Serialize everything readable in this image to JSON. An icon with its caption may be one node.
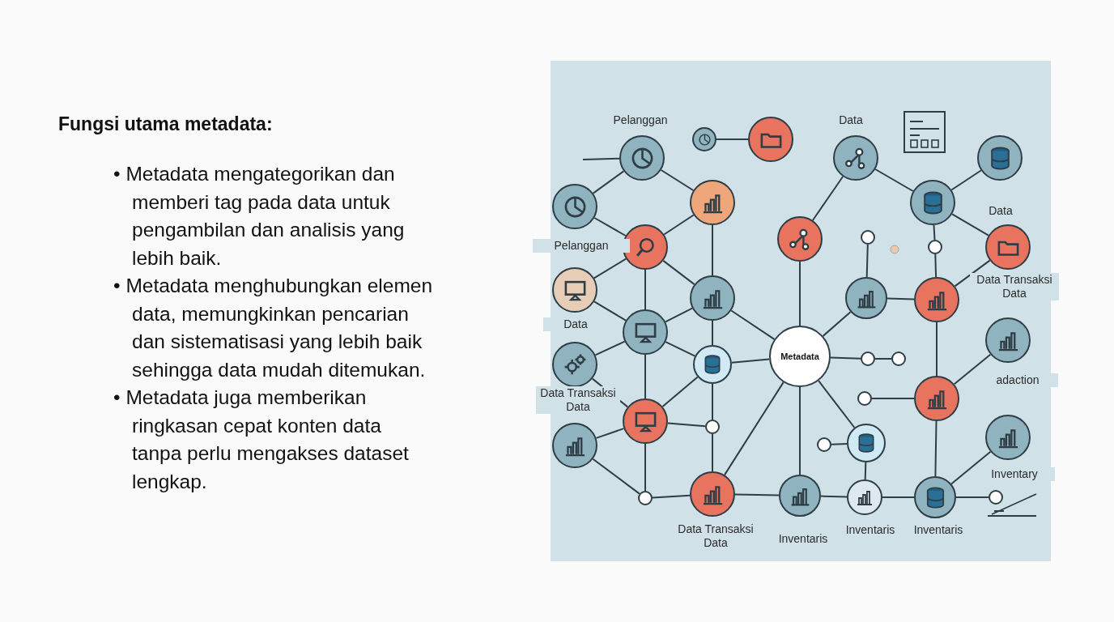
{
  "diagram": {
    "title": "Fungsi utama metadata:",
    "nodes": [
      {
        "text": [
          "Metadata"
        ]
      },
      {
        "text": [],
        "shape": "circle",
        "beside": [
          "Pelanggan"
        ]
      },
      {
        "text": [],
        "shape": "circle"
      },
      {
        "text": [],
        "shape": "circle"
      },
      {
        "text": [],
        "shape": "circle"
      },
      {
        "text": [],
        "shape": "circle"
      },
      {
        "text": [],
        "shape": "circle",
        "beside": [
          "Pelanggan"
        ]
      },
      {
        "text": [],
        "shape": "circle",
        "beside": [
          "Data"
        ]
      },
      {
        "text": [],
        "shape": "circle"
      },
      {
        "text": [],
        "shape": "circle"
      },
      {
        "text": [],
        "shape": "circle",
        "beside": [
          "Data Transaksi Data"
        ]
      },
      {
        "text": [],
        "shape": "circle"
      },
      {
        "text": [],
        "shape": "circle"
      },
      {
        "text": [],
        "shape": "circle"
      },
      {
        "text": [],
        "shape": "circle"
      },
      {
        "text": [],
        "shape": "circle",
        "beside": [
          "Data"
        ]
      },
      {
        "text": [],
        "shape": "circle"
      },
      {
        "text": [],
        "shape": "circle"
      },
      {
        "text": [],
        "shape": "circle",
        "beside": [
          "Data",
          "Data Transaksi Data"
        ]
      },
      {
        "text": [],
        "shape": "circle",
        "beside": [
          "adaction"
        ]
      },
      {
        "text": [],
        "shape": "circle"
      },
      {
        "text": [],
        "shape": "circle",
        "beside": [
          "Inventary"
        ]
      },
      {
        "text": [],
        "shape": "circle"
      },
      {
        "text": [],
        "shape": "circle"
      },
      {
        "text": [],
        "shape": "circle"
      },
      {
        "text": [],
        "shape": "circle"
      },
      {
        "text": [],
        "shape": "circle",
        "beside": [
          "Data Transaksi Data"
        ]
      },
      {
        "text": [],
        "shape": "circle",
        "beside": [
          "Inventaris"
        ]
      },
      {
        "text": [],
        "shape": "circle"
      },
      {
        "text": [],
        "shape": "circle",
        "beside": [
          "Inventaris"
        ]
      },
      {
        "text": [],
        "shape": "circle",
        "beside": [
          "Inventaris"
        ]
      },
      {
        "text": [],
        "shape": "circle"
      },
      {
        "text": [],
        "shape": "circle"
      },
      {
        "text": [],
        "shape": "circle"
      },
      {
        "text": [],
        "shape": "circle"
      },
      {
        "text": [],
        "shape": "circle"
      },
      {
        "text": [],
        "shape": "circle"
      },
      {
        "text": [],
        "shape": "circle"
      }
    ],
    "edges": [
      {
        "from": null,
        "to": 1,
        "arrow": "none"
      },
      {
        "from": 4,
        "to": 1,
        "arrow": "none"
      },
      {
        "from": 1,
        "to": 5,
        "arrow": "none"
      },
      {
        "from": 2,
        "to": 3,
        "arrow": "none"
      },
      {
        "from": 4,
        "to": 6,
        "arrow": "none"
      },
      {
        "from": 5,
        "to": 6,
        "arrow": "none"
      },
      {
        "from": 5,
        "to": 8,
        "arrow": "none"
      },
      {
        "from": 6,
        "to": 7,
        "arrow": "none"
      },
      {
        "from": 6,
        "to": 9,
        "arrow": "none"
      },
      {
        "from": 6,
        "to": 8,
        "arrow": "none"
      },
      {
        "from": 7,
        "to": 9,
        "arrow": "none"
      },
      {
        "from": 8,
        "to": 9,
        "arrow": "none"
      },
      {
        "from": 8,
        "to": 11,
        "arrow": "none"
      },
      {
        "from": 8,
        "to": 0,
        "arrow": "none"
      },
      {
        "from": 10,
        "to": 9,
        "arrow": "none"
      },
      {
        "from": 22,
        "to": 10,
        "arrow": "none"
      },
      {
        "from": 9,
        "to": 11,
        "arrow": "none"
      },
      {
        "from": 9,
        "to": 22,
        "arrow": "none"
      },
      {
        "from": 11,
        "to": 0,
        "arrow": "none"
      },
      {
        "from": 11,
        "to": 24,
        "arrow": "none"
      },
      {
        "from": 24,
        "to": 26,
        "arrow": "none"
      },
      {
        "from": 22,
        "to": 24,
        "arrow": "none"
      },
      {
        "from": 22,
        "to": 11,
        "arrow": "none"
      },
      {
        "from": 22,
        "to": 23,
        "arrow": "none"
      },
      {
        "from": 23,
        "to": 25,
        "arrow": "none"
      },
      {
        "from": 22,
        "to": 25,
        "arrow": "none"
      },
      {
        "from": 25,
        "to": 26,
        "arrow": "none"
      },
      {
        "from": 26,
        "to": 0,
        "arrow": "none"
      },
      {
        "from": 26,
        "to": 27,
        "arrow": "none"
      },
      {
        "from": 27,
        "to": 0,
        "arrow": "none"
      },
      {
        "from": 0,
        "to": 12,
        "arrow": "none"
      },
      {
        "from": 12,
        "to": 15,
        "arrow": "none"
      },
      {
        "from": 31,
        "to": 13,
        "arrow": "none"
      },
      {
        "from": 0,
        "to": 13,
        "arrow": "none"
      },
      {
        "from": 0,
        "to": 33,
        "arrow": "none"
      },
      {
        "from": 33,
        "to": 34,
        "arrow": "none"
      },
      {
        "from": 13,
        "to": 14,
        "arrow": "none"
      },
      {
        "from": 14,
        "to": 32,
        "arrow": "none"
      },
      {
        "from": 32,
        "to": 16,
        "arrow": "none"
      },
      {
        "from": 16,
        "to": 15,
        "arrow": "none"
      },
      {
        "from": 16,
        "to": 17,
        "arrow": "none"
      },
      {
        "from": 16,
        "to": 18,
        "arrow": "none"
      },
      {
        "from": 14,
        "to": 18,
        "arrow": "none"
      },
      {
        "from": 14,
        "to": 20,
        "arrow": "none"
      },
      {
        "from": 20,
        "to": 19,
        "arrow": "none"
      },
      {
        "from": 35,
        "to": 20,
        "arrow": "none"
      },
      {
        "from": 0,
        "to": 28,
        "arrow": "none"
      },
      {
        "from": 36,
        "to": 28,
        "arrow": "none"
      },
      {
        "from": 28,
        "to": 29,
        "arrow": "none"
      },
      {
        "from": 27,
        "to": 29,
        "arrow": "none"
      },
      {
        "from": 29,
        "to": 30,
        "arrow": "none"
      },
      {
        "from": 30,
        "to": 20,
        "arrow": "none"
      },
      {
        "from": 30,
        "to": 21,
        "arrow": "none"
      },
      {
        "from": 30,
        "to": 37,
        "arrow": "none"
      }
    ],
    "labels": [
      "• Metadata mengategorikan dan memberi tag pada data untuk pengambilan dan analisis yang lebih baik.",
      "• Metadata menghubungkan elemen data, memungkinkan pencarian dan sistematisasi yang lebih baik sehingga data mudah ditemukan.",
      "• Metadata juga memberikan ringkasan cepat konten data tanpa perlu mengakses dataset lengkap."
    ]
  }
}
